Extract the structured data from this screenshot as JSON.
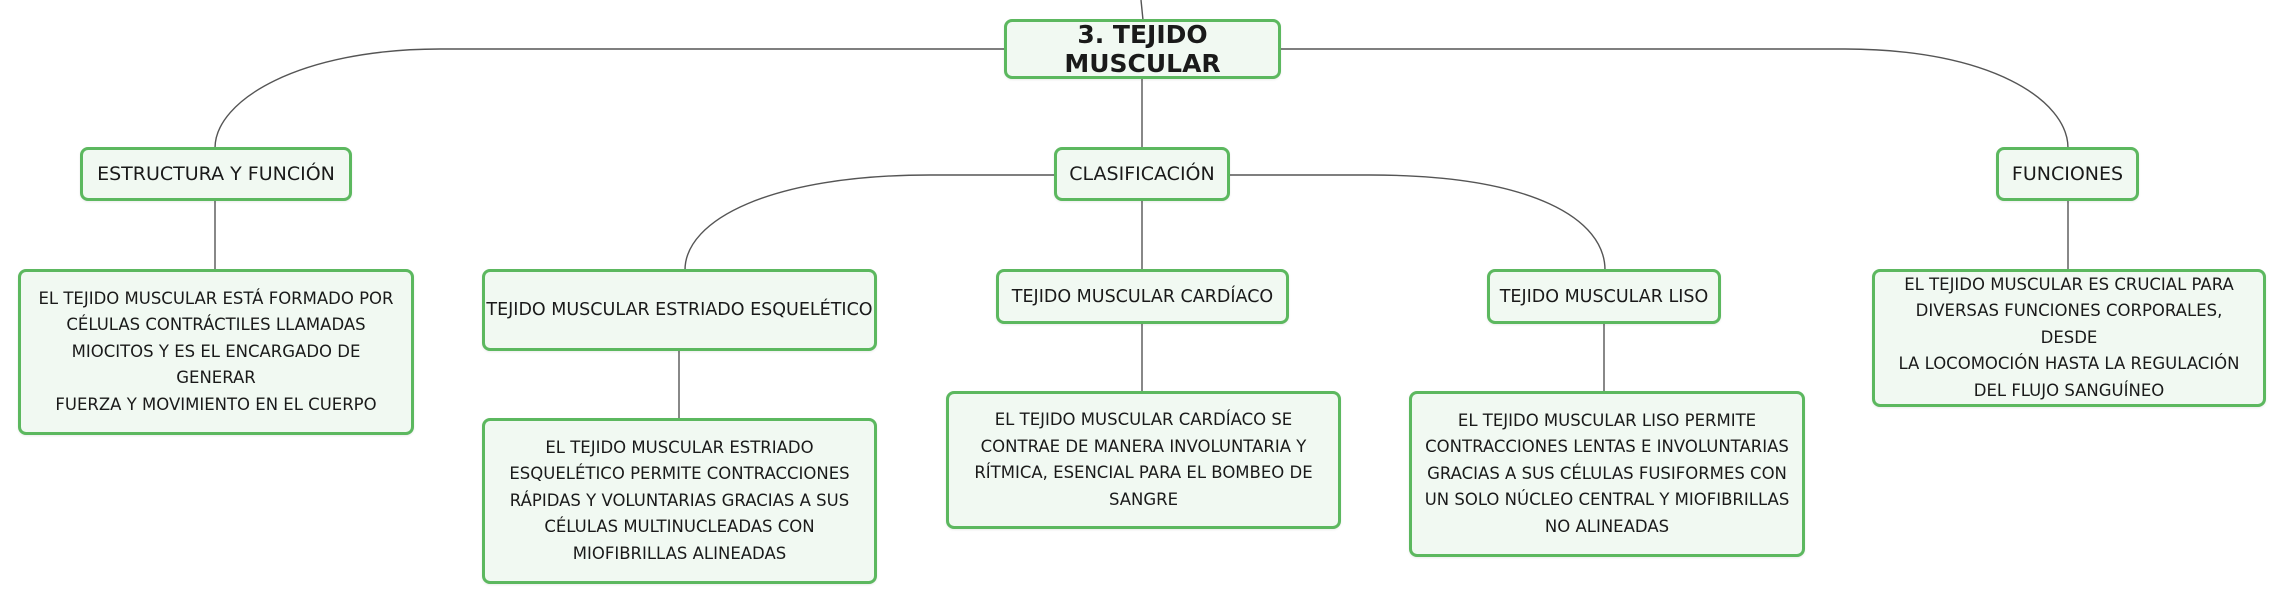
{
  "colors": {
    "node_border": "#5cb85f",
    "node_fill": "#f1f9f2",
    "connector": "#555555"
  },
  "root": {
    "label": "3. TEJIDO MUSCULAR"
  },
  "branches": {
    "estructura": {
      "label": "ESTRUCTURA Y FUNCIÓN",
      "description": "EL TEJIDO MUSCULAR ESTÁ FORMADO POR\nCÉLULAS CONTRÁCTILES LLAMADAS\nMIOCITOS Y ES EL ENCARGADO DE GENERAR\nFUERZA Y MOVIMIENTO EN EL CUERPO"
    },
    "clasificacion": {
      "label": "CLASIFICACIÓN",
      "esqueletico": {
        "label": "TEJIDO MUSCULAR ESTRIADO ESQUELÉTICO",
        "description": "EL TEJIDO MUSCULAR ESTRIADO\nESQUELÉTICO PERMITE CONTRACCIONES\nRÁPIDAS Y VOLUNTARIAS GRACIAS A SUS\nCÉLULAS MULTINUCLEADAS CON\nMIOFIBRILLAS ALINEADAS"
      },
      "cardiaco": {
        "label": "TEJIDO MUSCULAR CARDÍACO",
        "description": "EL TEJIDO MUSCULAR CARDÍACO SE\nCONTRAE DE MANERA INVOLUNTARIA Y\nRÍTMICA, ESENCIAL PARA EL BOMBEO DE\nSANGRE"
      },
      "liso": {
        "label": "TEJIDO MUSCULAR LISO",
        "description": "EL TEJIDO MUSCULAR LISO PERMITE\nCONTRACCIONES LENTAS E INVOLUNTARIAS\nGRACIAS A SUS CÉLULAS FUSIFORMES CON\nUN SOLO NÚCLEO CENTRAL Y MIOFIBRILLAS\nNO ALINEADAS"
      }
    },
    "funciones": {
      "label": "FUNCIONES",
      "description": "EL TEJIDO MUSCULAR ES CRUCIAL PARA\nDIVERSAS FUNCIONES CORPORALES, DESDE\nLA LOCOMOCIÓN HASTA LA REGULACIÓN\nDEL FLUJO SANGUÍNEO"
    }
  }
}
